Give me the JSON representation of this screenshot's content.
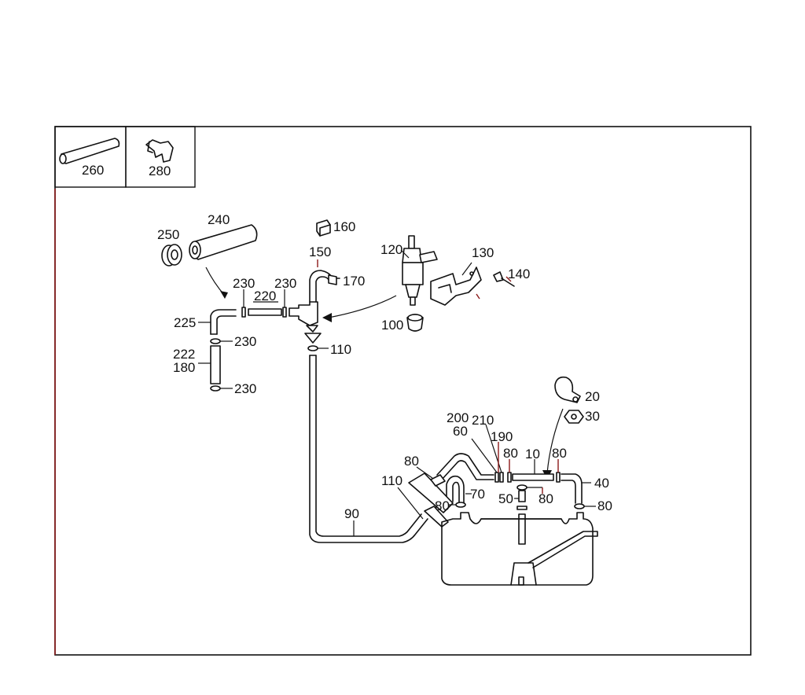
{
  "colors": {
    "line": "#111111",
    "accent": "#8b1a1a",
    "background": "#ffffff"
  },
  "inset": {
    "left_part": "260",
    "right_part": "280"
  },
  "callouts": {
    "c10": "10",
    "c20": "20",
    "c30": "30",
    "c40": "40",
    "c50": "50",
    "c60": "60",
    "c70": "70",
    "c80a": "80",
    "c80b": "80",
    "c80c": "80",
    "c80d": "80",
    "c80e": "80",
    "c80f": "80",
    "c90": "90",
    "c100": "100",
    "c110a": "110",
    "c110b": "110",
    "c120": "120",
    "c130": "130",
    "c140": "140",
    "c150": "150",
    "c160": "160",
    "c170": "170",
    "c180": "180",
    "c190": "190",
    "c200": "200",
    "c210": "210",
    "c220": "220",
    "c222": "222",
    "c225": "225",
    "c230a": "230",
    "c230b": "230",
    "c230c": "230",
    "c230d": "230",
    "c240": "240",
    "c250": "250"
  }
}
